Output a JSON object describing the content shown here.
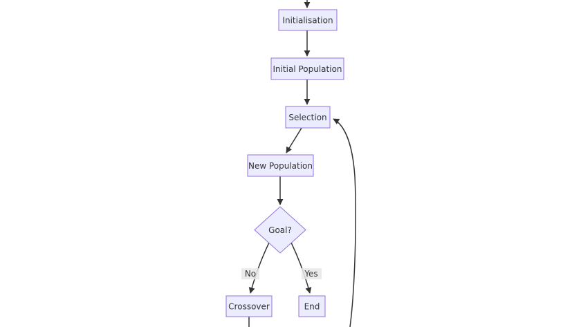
{
  "diagram": {
    "type": "flowchart",
    "direction": "top-down",
    "nodes": {
      "initialisation": {
        "label": "Initialisation",
        "shape": "rect"
      },
      "initial_population": {
        "label": "Initial Population",
        "shape": "rect"
      },
      "selection": {
        "label": "Selection",
        "shape": "rect"
      },
      "new_population": {
        "label": "New Population",
        "shape": "rect"
      },
      "goal": {
        "label": "Goal?",
        "shape": "diamond"
      },
      "crossover": {
        "label": "Crossover",
        "shape": "rect"
      },
      "end": {
        "label": "End",
        "shape": "rect"
      }
    },
    "edge_labels": {
      "no": "No",
      "yes": "Yes"
    },
    "edges": [
      {
        "from": "(top)",
        "to": "initialisation",
        "label": ""
      },
      {
        "from": "initialisation",
        "to": "initial_population",
        "label": ""
      },
      {
        "from": "initial_population",
        "to": "selection",
        "label": ""
      },
      {
        "from": "selection",
        "to": "new_population",
        "label": ""
      },
      {
        "from": "new_population",
        "to": "goal",
        "label": ""
      },
      {
        "from": "goal",
        "to": "crossover",
        "label": "No"
      },
      {
        "from": "goal",
        "to": "end",
        "label": "Yes"
      },
      {
        "from": "(bottom)",
        "to": "selection",
        "label": ""
      },
      {
        "from": "crossover",
        "to": "(bottom)",
        "label": ""
      }
    ],
    "colors": {
      "node_fill": "#ECECFF",
      "node_border": "#9370DB",
      "edge": "#333333",
      "text": "#333333",
      "edge_label_bg": "#e8e8e8",
      "background": "#ffffff"
    }
  }
}
